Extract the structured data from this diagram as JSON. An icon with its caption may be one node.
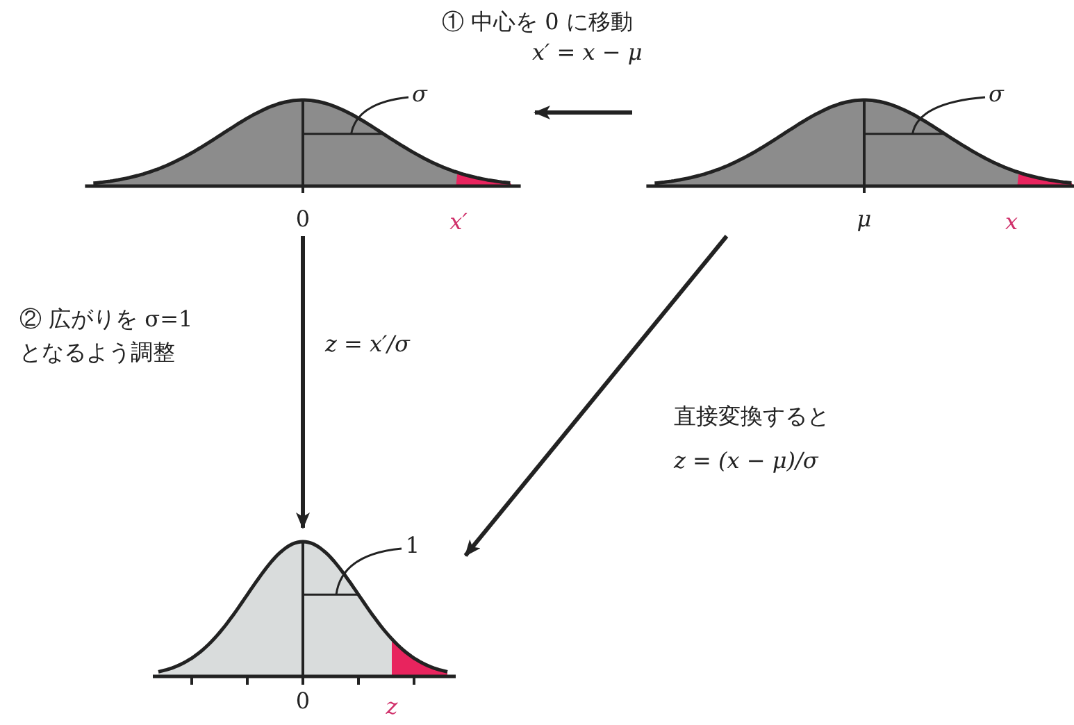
{
  "diagram": {
    "nodes": [
      {
        "text": [
          "σ",
          "0",
          "x′"
        ]
      },
      {
        "text": [
          "σ",
          "μ",
          "x"
        ]
      },
      {
        "text": [
          "1",
          "0",
          "z"
        ]
      }
    ],
    "edges": [
      {
        "from": 1,
        "to": 0,
        "arrow": "to",
        "label": "x′ = x − μ"
      },
      {
        "from": 0,
        "to": 2,
        "arrow": "to",
        "label": "z = x′/σ"
      },
      {
        "from": 1,
        "to": 2,
        "arrow": "to",
        "label": "z = (x − μ)/σ"
      }
    ],
    "labels": [
      "① 中心を 0 に移動",
      "② 広がりを σ=1 となるよう調整",
      "直接変換すると"
    ]
  }
}
